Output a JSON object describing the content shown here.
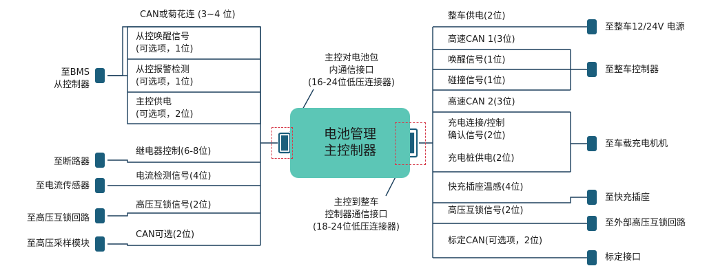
{
  "hub": {
    "line1": "电池管理",
    "line2": "主控制器"
  },
  "callouts": {
    "top": {
      "line1": "主控对电池包",
      "line2": "内通信接口",
      "line3": "(16-24位低压连接器)"
    },
    "bottom": {
      "line1": "主控到整车",
      "line2": "控制器通信接口",
      "line3": "(18-24位低压连接器)"
    }
  },
  "left": {
    "bms": {
      "endpoint_line1": "至BMS",
      "endpoint_line2": "从控制器",
      "header": "CAN或菊花连 (3~4 位)",
      "signals": [
        {
          "line1": "从控唤醒信号",
          "line2": "(可选项，1位)"
        },
        {
          "line1": "从控报警检测",
          "line2": "(可选项，1位)"
        },
        {
          "line1": "主控供电",
          "line2": "(可选项，2位)"
        }
      ]
    },
    "rows": [
      {
        "signal": "继电器控制(6-8位)",
        "endpoint": "至断路器"
      },
      {
        "signal": "电流检测信号(4位)",
        "endpoint": "至电流传感器"
      },
      {
        "signal": "高压互锁信号(2位)",
        "endpoint": "至高压互锁回路"
      },
      {
        "signal": "CAN可选(2位)",
        "endpoint": "至高压采样模块"
      }
    ]
  },
  "right": {
    "power": {
      "signal": "整车供电(2位)",
      "endpoint": "至整车12/24V 电源"
    },
    "vcu": {
      "endpoint": "至整车控制器",
      "signals": [
        "高速CAN 1(3位)",
        "唤醒信号(1位)",
        "碰撞信号(1位)"
      ]
    },
    "charger": {
      "endpoint": "至车载充电机机",
      "signals": [
        {
          "line1": "高速CAN 2(3位)",
          "line2": ""
        },
        {
          "line1": "充电连接/控制",
          "line2": "确认信号(2位)"
        },
        {
          "line1": "充电桩供电(2位)",
          "line2": ""
        }
      ]
    },
    "fast": {
      "signal": "快充插座温感(4位)",
      "endpoint": "至快充插座"
    },
    "hvil": {
      "signal": "高压互锁信号(2位)",
      "endpoint": "至外部高压互锁回路"
    },
    "cal": {
      "signal": "标定CAN(可选项，2位)",
      "endpoint": "标定接口"
    }
  },
  "colors": {
    "hub": "#5cc6b6",
    "connector": "#1b5e7c",
    "line": "#1b3f5c",
    "dashed_box": "#d63b4a"
  }
}
